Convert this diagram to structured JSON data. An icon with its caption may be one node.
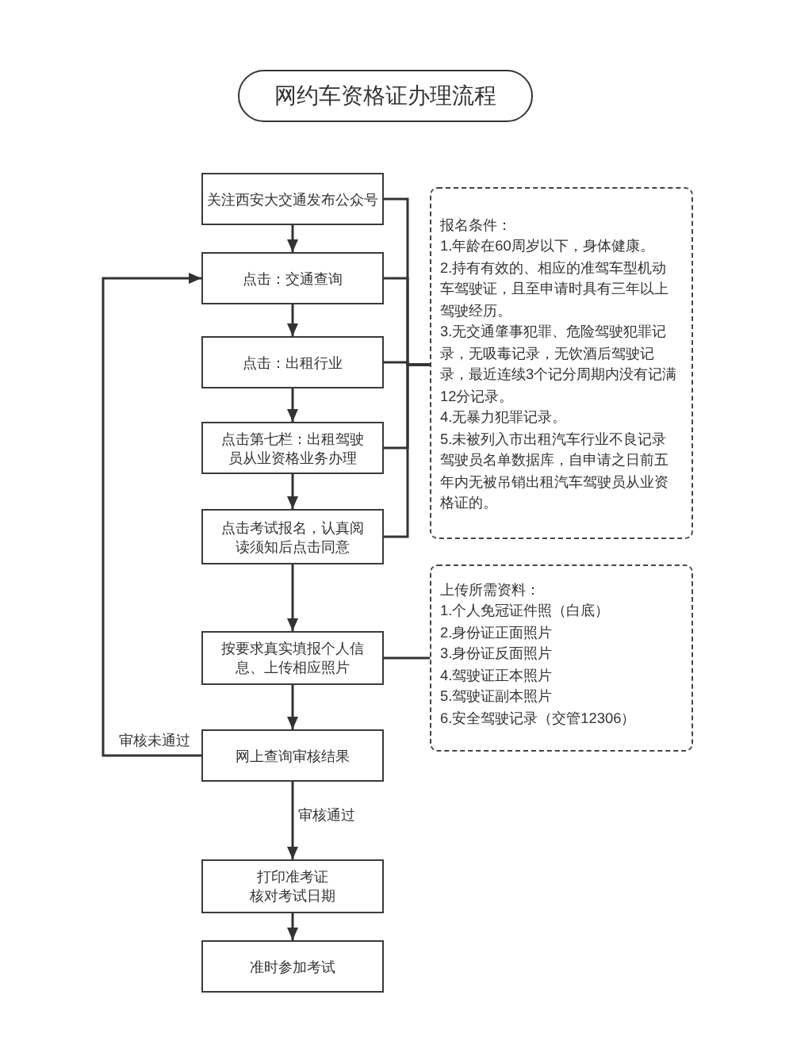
{
  "diagram": {
    "title": "网约车资格证办理流程",
    "nodes": [
      {
        "text": [
          "关注西安大交通发布公众号"
        ]
      },
      {
        "text": [
          "点击：交通查询"
        ]
      },
      {
        "text": [
          "点击：出租行业"
        ]
      },
      {
        "text": [
          "点击第七栏：出租驾驶员从业资格业务办理"
        ]
      },
      {
        "text": [
          "点击考试报名，认真阅读须知后点击同意"
        ]
      },
      {
        "text": [
          "按要求真实填报个人信息、上传相应照片"
        ]
      },
      {
        "text": [
          "网上查询审核结果"
        ]
      },
      {
        "text": [
          "打印准考证",
          "核对考试日期"
        ]
      },
      {
        "text": [
          "准时参加考试"
        ]
      },
      {
        "text": [
          "报名条件：",
          "1.年龄在60周岁以下，身体健康。",
          "2.持有有效的、相应的准驾车型机动车驾驶证，且至申请时具有三年以上驾驶经历。",
          "3.无交通肇事犯罪、危险驾驶犯罪记录，无吸毒记录，无饮酒后驾驶记录，最近连续3个记分周期内没有记满12分记录。",
          "4.无暴力犯罪记录。",
          "5.未被列入市出租汽车行业不良记录驾驶员名单数据库，自申请之日前五年内无被吊销出租汽车驾驶员从业资格证的。"
        ]
      },
      {
        "text": [
          "上传所需资料：",
          "1.个人免冠证件照（白底）",
          "2.身份证正面照片",
          "3.身份证反面照片",
          "4.驾驶证正本照片",
          "5.驾驶证副本照片",
          "6.安全驾驶记录（交管12306）"
        ]
      }
    ],
    "edges": [
      {
        "from": 0,
        "to": 1,
        "arrow": "to"
      },
      {
        "from": 1,
        "to": 2,
        "arrow": "to"
      },
      {
        "from": 2,
        "to": 3,
        "arrow": "to"
      },
      {
        "from": 3,
        "to": 4,
        "arrow": "to"
      },
      {
        "from": 4,
        "to": 5,
        "arrow": "to"
      },
      {
        "from": 5,
        "to": 6,
        "arrow": "to"
      },
      {
        "from": 6,
        "to": 7,
        "arrow": "to",
        "label": "审核通过"
      },
      {
        "from": 7,
        "to": 8,
        "arrow": "to"
      },
      {
        "from": 6,
        "to": 1,
        "arrow": "to",
        "label": "审核未通过"
      },
      {
        "from": 0,
        "to": 9,
        "arrow": "none"
      },
      {
        "from": 1,
        "to": 9,
        "arrow": "none"
      },
      {
        "from": 2,
        "to": 9,
        "arrow": "none"
      },
      {
        "from": 3,
        "to": 9,
        "arrow": "none"
      },
      {
        "from": 4,
        "to": 9,
        "arrow": "none"
      },
      {
        "from": 5,
        "to": 10,
        "arrow": "none"
      }
    ]
  }
}
